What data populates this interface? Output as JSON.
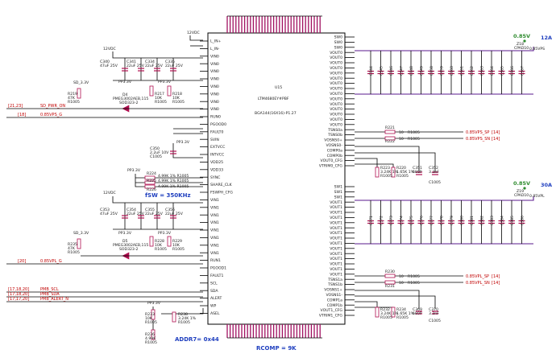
{
  "ic": {
    "ref": "U15",
    "part": "LTM4680EY#PBF",
    "pkg": "BGA144(16X16)-P1.27",
    "left_pins": [
      "L_IN+",
      "L_IN-",
      "VIN0",
      "VIN0",
      "VIN0",
      "VIN0",
      "VIN0",
      "VIN0",
      "VIN0",
      "VIN0",
      "RUN0",
      "PGOOD0",
      "FAULT0",
      "SVIN",
      "EXTVCC",
      "INTVCC",
      "VDD25",
      "VDD33",
      "SYNC",
      "SHARE_CLK",
      "FSWPH_CFG",
      "VIN1",
      "VIN1",
      "VIN1",
      "VIN1",
      "VIN1",
      "VIN1",
      "VIN1",
      "VIN1",
      "RUN1",
      "PGOOD1",
      "FAULT1",
      "SCL",
      "SDA",
      "ALERT",
      "WP",
      "ASEL"
    ],
    "right_pins_top": [
      "SW0",
      "SW0",
      "SW0",
      "VOUT0",
      "VOUT0",
      "VOUT0",
      "VOUT0",
      "VOUT0",
      "VOUT0",
      "VOUT0",
      "VOUT0",
      "VOUT0",
      "VOUT0",
      "VOUT0",
      "VOUT0",
      "VOUT0",
      "VOUT0",
      "VOUT0",
      "TSNS0a",
      "TSNS0b",
      "VOSNS0+",
      "VOSNS0-",
      "COMP0a",
      "COMP0b",
      "VOUT0_CFG",
      "VTRIM0_CFG"
    ],
    "right_pins_bottom": [
      "SW1",
      "SW1",
      "SW1",
      "VOUT1",
      "VOUT1",
      "VOUT1",
      "VOUT1",
      "VOUT1",
      "VOUT1",
      "VOUT1",
      "VOUT1",
      "VOUT1",
      "VOUT1",
      "VOUT1",
      "VOUT1",
      "VOUT1",
      "VOUT1",
      "VOUT1",
      "TSNS1a",
      "TSNS1b",
      "VOSNS1+",
      "VOSNS1-",
      "COMP1a",
      "COMP1b",
      "VOUT1_CFG",
      "VTRIM1_CFG"
    ]
  },
  "labels": {
    "fsw": "fSW = 350KHz",
    "addr": "ADDR7= 0x44",
    "rcomp": "RCOMP = 9K",
    "rail0": "0.85V",
    "rail1": "0.85V",
    "amp0": "12A",
    "amp1": "30A",
    "vin12_a": "12VDC",
    "vin12_b": "12VDC",
    "vin12_c": "12VDC",
    "sd33_a": "SD_3.3V",
    "sd33_b": "SD_3.3V",
    "pp33_a": "PP3.3V",
    "pp33_b": "PP3.3V",
    "pp33_c": "PP3.3V",
    "pp33_d": "PP3.3V",
    "pp33_e": "PP3.3V",
    "pp33_f": "PP3.3V",
    "cpad0": "CPAD10",
    "cpad1": "CPAD10",
    "vps0": "0.85VPS",
    "vps1": "0.85VPL"
  },
  "nets": {
    "sd_pwr_on": "SD_PWR_ON",
    "sd_pwr_on_ref": "[21,23]",
    "vps_g": "0.85VPS_G",
    "vps_g_ref": "[18]",
    "vpl_g": "0.85VPL_G",
    "vpl_g_ref": "[20]",
    "scl": "PMB_SCL",
    "scl_ref": "[17,18,20]",
    "sda": "PMB_SDA",
    "sda_ref": "[17,18,20]",
    "alert": "PMB_ALERT_N",
    "alert_ref": "[17,17,20]",
    "vps_sp": "0.85VPS_SP",
    "vps_sp_ref": "[14]",
    "vps_sn": "0.85VPS_SN",
    "vps_sn_ref": "[14]",
    "vpl_sp": "0.85VPL_SP",
    "vpl_sp_ref": "[14]",
    "vpl_sn": "0.85VPL_SN",
    "vpl_sn_ref": "[14]"
  },
  "components": {
    "c340": "C340",
    "c340v": "47uF 25V",
    "c341": "C341",
    "c341v": "22uF 25V",
    "c334": "C334",
    "c334v": "22uF 25V",
    "c335": "C335",
    "c335v": "22uF 25V",
    "c353": "C353",
    "c353v": "47uF 25V",
    "c354": "C354",
    "c354v": "22uF 25V",
    "c355": "C355",
    "c355v": "22uF 25V",
    "c356": "C356",
    "c356v": "22uF 25V",
    "c350": "C350",
    "c350v": "2.2uF 10V",
    "r219": "R219",
    "r219v": "47K",
    "r235": "R235",
    "r235v": "47K",
    "r217": "R217",
    "r217v": "10K",
    "r218": "R218",
    "r218v": "10K",
    "r228": "R228",
    "r228v": "10K",
    "r229": "R229",
    "r229v": "10K",
    "d4": "D4",
    "d4v": "PMEG3002AEB,115",
    "d5": "D5",
    "d5v": "PMEG3002AEB,115",
    "r224": "R224",
    "r224v": "4.99K 1% R1005",
    "r225": "R225",
    "r225v": "4.99K 1% R1005",
    "r226": "R226",
    "r226v": "4.99K 1% R1005",
    "r221": "R221",
    "r222": "R222",
    "r230": "R230",
    "r231": "R231",
    "r10": "10",
    "r223": "R223",
    "r223v": "3.24K 1%",
    "r220": "R220",
    "r220v": "1.65K 1%",
    "c351": "C351",
    "c351v": "680P",
    "c352": "C352",
    "c352v": "3.3nF",
    "r232": "R232",
    "r232v": "3.24K 1%",
    "r234": "R234",
    "r234v": "1.65K 1%",
    "c369": "C369",
    "c369v": "680P",
    "c370": "C370",
    "c370v": "3.3nF",
    "r233": "R233",
    "r233v": "10K",
    "r236": "R236",
    "r236v": "4.99K",
    "r238": "R238",
    "r238v": "3.24K 1%",
    "r1005": "R1005",
    "c1005": "C1005",
    "u1": "SOD323-2",
    "z18": "Z18",
    "z19": "Z19"
  },
  "output_caps_top": [
    "C344",
    "C345",
    "C346",
    "C347",
    "C348",
    "C349",
    "C358",
    "C359",
    "C360",
    "C361",
    "C362",
    "C363",
    "C364",
    "C365",
    "C366",
    "C367"
  ],
  "output_caps_bottom": [
    "C371",
    "C372",
    "C373",
    "C374",
    "C375",
    "C376",
    "C377",
    "C378",
    "C379",
    "C380",
    "C381",
    "C382",
    "C383",
    "C384",
    "C385",
    "C386"
  ],
  "colors": {
    "wire": "#000000",
    "bus": "#5a1a8c",
    "net": "#c00000",
    "accent": "#1f3fbf",
    "rail": "#2e8b2e",
    "part": "#b01050"
  }
}
